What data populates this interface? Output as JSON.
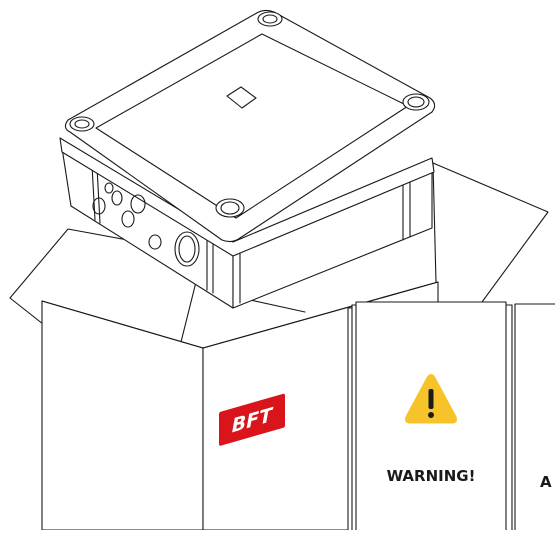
{
  "illustration": {
    "brand_logo_text": "BFT",
    "manual_front": {
      "warning_title": "WARNING!"
    },
    "manual_back": {
      "visible_label": "A"
    }
  },
  "colors": {
    "line": "#1a1a1a",
    "brand_red": "#d9141b",
    "warning_yellow": "#f6c42a",
    "background": "#ffffff"
  },
  "icons": [
    "warning-triangle-icon",
    "bft-logo"
  ]
}
